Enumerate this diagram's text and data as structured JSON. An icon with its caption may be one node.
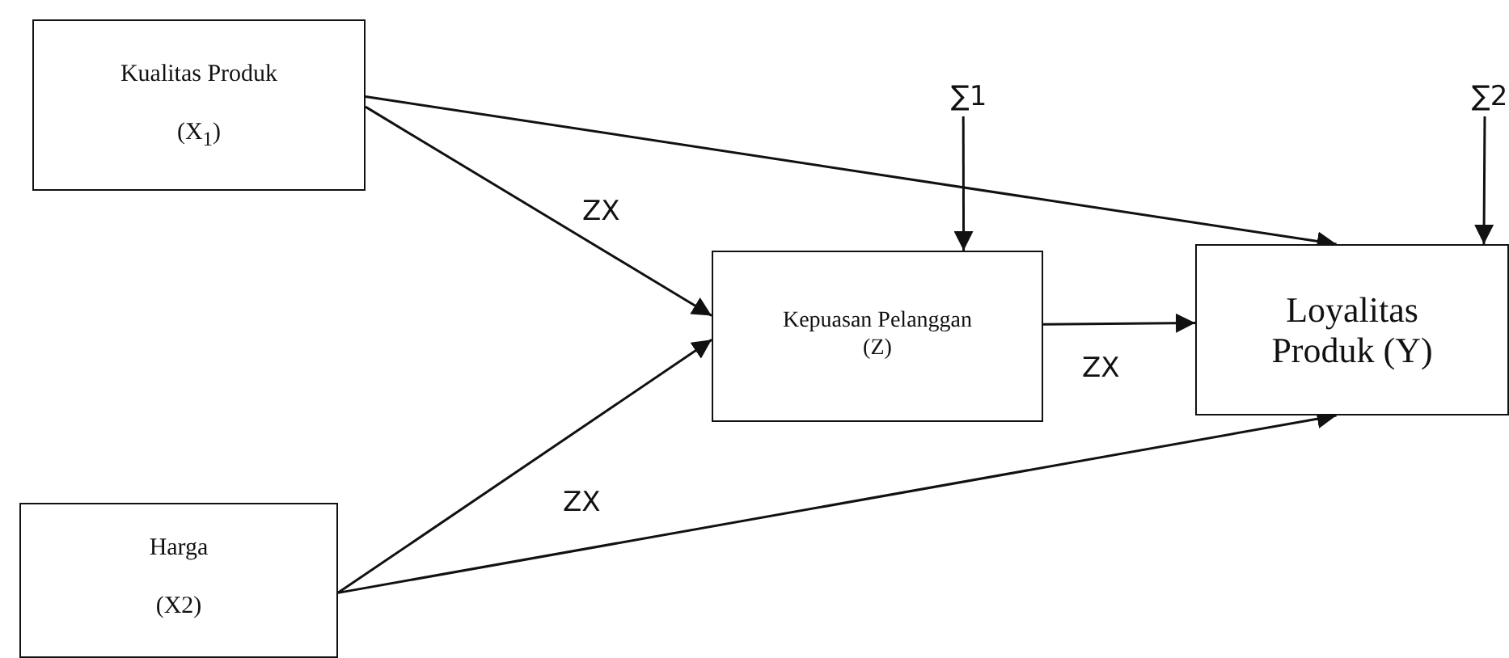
{
  "diagram": {
    "nodes": [
      {
        "text": [
          "Kualitas Produk",
          "(X$_{1}$)"
        ]
      },
      {
        "text": [
          "Harga",
          "(X2)"
        ]
      },
      {
        "text": [
          "Kepuasan Pelanggan (Z)"
        ]
      },
      {
        "text": [
          "Loyalitas Produk (Y)"
        ]
      },
      {
        "text": [
          "∑1"
        ]
      },
      {
        "text": [
          "∑2"
        ]
      }
    ],
    "edges": [
      {
        "from": 0,
        "to": 3,
        "arrow": "to"
      },
      {
        "from": 0,
        "to": 2,
        "arrow": "to",
        "label": "ZX"
      },
      {
        "from": 1,
        "to": 2,
        "arrow": "to",
        "label": "ZX"
      },
      {
        "from": 1,
        "to": 3,
        "arrow": "to"
      },
      {
        "from": 2,
        "to": 3,
        "arrow": "to",
        "label": "ZX"
      },
      {
        "from": 4,
        "to": 2,
        "arrow": "to"
      },
      {
        "from": 5,
        "to": 3,
        "arrow": "to"
      }
    ]
  }
}
